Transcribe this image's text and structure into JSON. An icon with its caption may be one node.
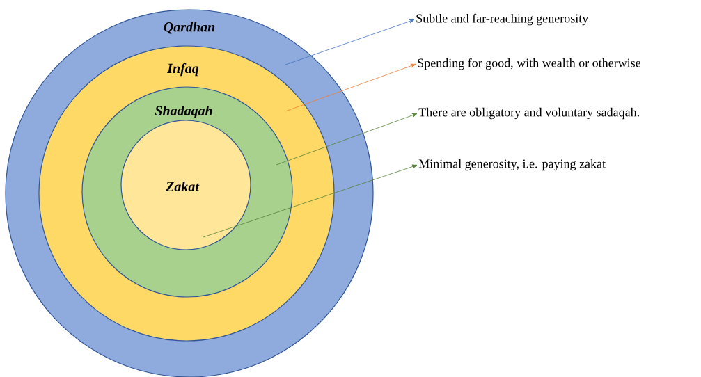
{
  "diagram": {
    "nodes": [
      {
        "text": [
          "Qardhan"
        ]
      },
      {
        "text": [
          "Infaq"
        ],
        "in": 0
      },
      {
        "text": [
          "Shadaqah"
        ],
        "in": 1
      },
      {
        "text": [
          "Zakat"
        ],
        "in": 2
      },
      {
        "text": [
          "Subtle and far-reaching generosity"
        ]
      },
      {
        "text": [
          "Spending for good, with wealth or otherwise"
        ]
      },
      {
        "text": [
          "There are obligatory and voluntary sadaqah."
        ]
      },
      {
        "text": [
          "Minimal generosity, i.e. paying zakat"
        ]
      }
    ],
    "edges": [
      {
        "from": 0,
        "to": 4,
        "arrow": "to",
        "color": "#4472c4"
      },
      {
        "from": 1,
        "to": 5,
        "arrow": "to",
        "color": "#ed7d31"
      },
      {
        "from": 2,
        "to": 6,
        "arrow": "to",
        "color": "#548235"
      },
      {
        "from": 3,
        "to": 7,
        "arrow": "to",
        "color": "#548235"
      }
    ]
  }
}
